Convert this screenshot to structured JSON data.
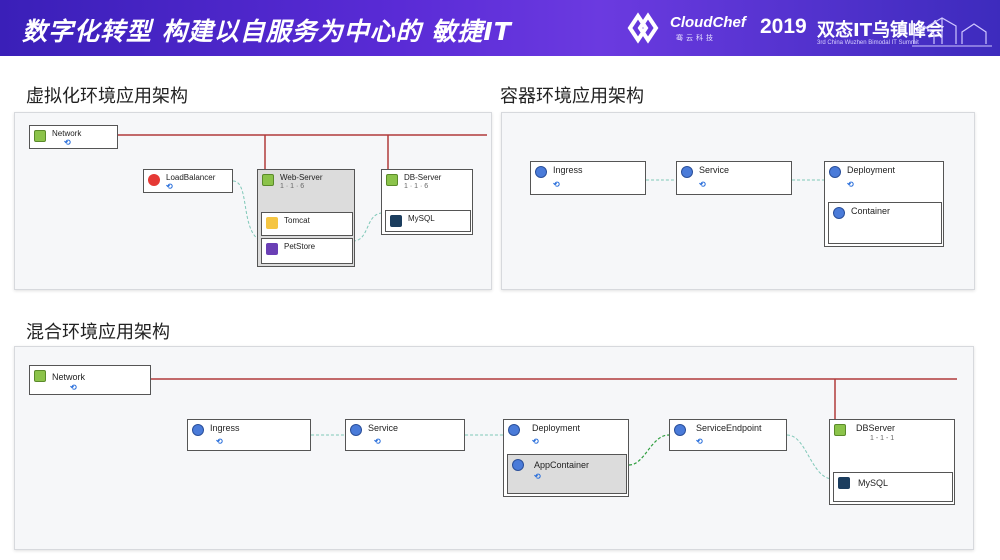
{
  "header": {
    "title": "数字化转型 构建以自服务为中心的 敏捷IT",
    "logo_name": "CloudChef",
    "logo_sub": "骞云科技",
    "summit_year": "2019",
    "summit_name": "双态IT乌镇峰会",
    "summit_sub": "3rd China Wuzhen Bimodal IT Summit"
  },
  "sections": {
    "virtual": {
      "title": "虚拟化环境应用架构"
    },
    "container": {
      "title": "容器环境应用架构"
    },
    "hybrid": {
      "title": "混合环境应用架构"
    }
  },
  "virtual_nodes": {
    "network": "Network",
    "loadbalancer": "LoadBalancer",
    "webserver": "Web-Server",
    "webserver_count": "1 · 1 · 6",
    "tomcat": "Tomcat",
    "petstore": "PetStore",
    "dbserver": "DB-Server",
    "dbserver_count": "1 · 1 · 6",
    "mysql": "MySQL"
  },
  "container_nodes": {
    "ingress": "Ingress",
    "service": "Service",
    "deployment": "Deployment",
    "container": "Container"
  },
  "hybrid_nodes": {
    "network": "Network",
    "ingress": "Ingress",
    "service": "Service",
    "deployment": "Deployment",
    "appcontainer": "AppContainer",
    "serviceendpoint": "ServiceEndpoint",
    "dbserver": "DBServer",
    "dbserver_count": "1 - 1 - 1",
    "mysql": "MySQL"
  },
  "colors": {
    "network_line": "#b03a3a",
    "dashed_link": "#7fc8b8",
    "active_link": "#2e9e3e"
  }
}
